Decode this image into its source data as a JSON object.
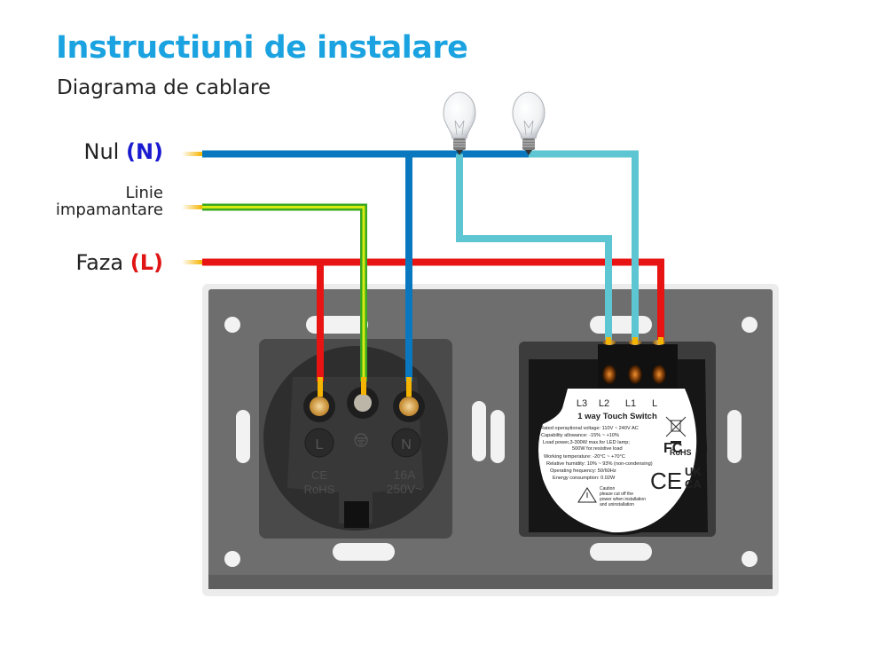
{
  "header": {
    "title": "Instructiuni de instalare",
    "subtitle": "Diagrama de cablare"
  },
  "wires": {
    "neutral": {
      "label": "Nul",
      "code": "(N)",
      "color": "#0a78be"
    },
    "earth": {
      "label_line1": "Linie",
      "label_line2": "impamantare",
      "color": "#7ed321",
      "stripe": "#e8f01a"
    },
    "live": {
      "label": "Faza",
      "code": "(L)",
      "color": "#e81313"
    },
    "switched": {
      "color": "#5ec6d2"
    },
    "stripped_end_color": "#f5b400"
  },
  "socket": {
    "terminals": [
      "L",
      "N"
    ],
    "marks": [
      "CE",
      "RoHS"
    ],
    "rating_current": "16A",
    "rating_voltage": "250V~"
  },
  "switch": {
    "terminals": [
      "L3",
      "L2",
      "L1",
      "L"
    ],
    "title": "1 way Touch Switch",
    "specs": [
      "Rated operaytional voltage: 110V ~ 240V AC",
      "Capability allowance: -15% ~ +10%",
      "Load power,3-300W max.for LED lamp;",
      "500W for.resistive load",
      "Working temperature: -20°C ~ +70°C",
      "Relative humidity: 10% ~ 93% (non-condensing)",
      "Operating frequency: 50/60Hz",
      "Energy consumption: 0.02W"
    ],
    "caution": [
      "Caution",
      "please cut off the",
      "power when installation",
      "and uninstallation"
    ],
    "certs": {
      "fcc": "FC",
      "rohs": "RoHS",
      "ce": "CE",
      "ukca_top": "UK",
      "ukca_bottom": "CA"
    }
  },
  "colors": {
    "title": "#1aa3e0",
    "plate": "#6b6b6b",
    "plate_frame": "#ececec",
    "module": "#2a2a2a",
    "label_bg": "#ffffff"
  }
}
